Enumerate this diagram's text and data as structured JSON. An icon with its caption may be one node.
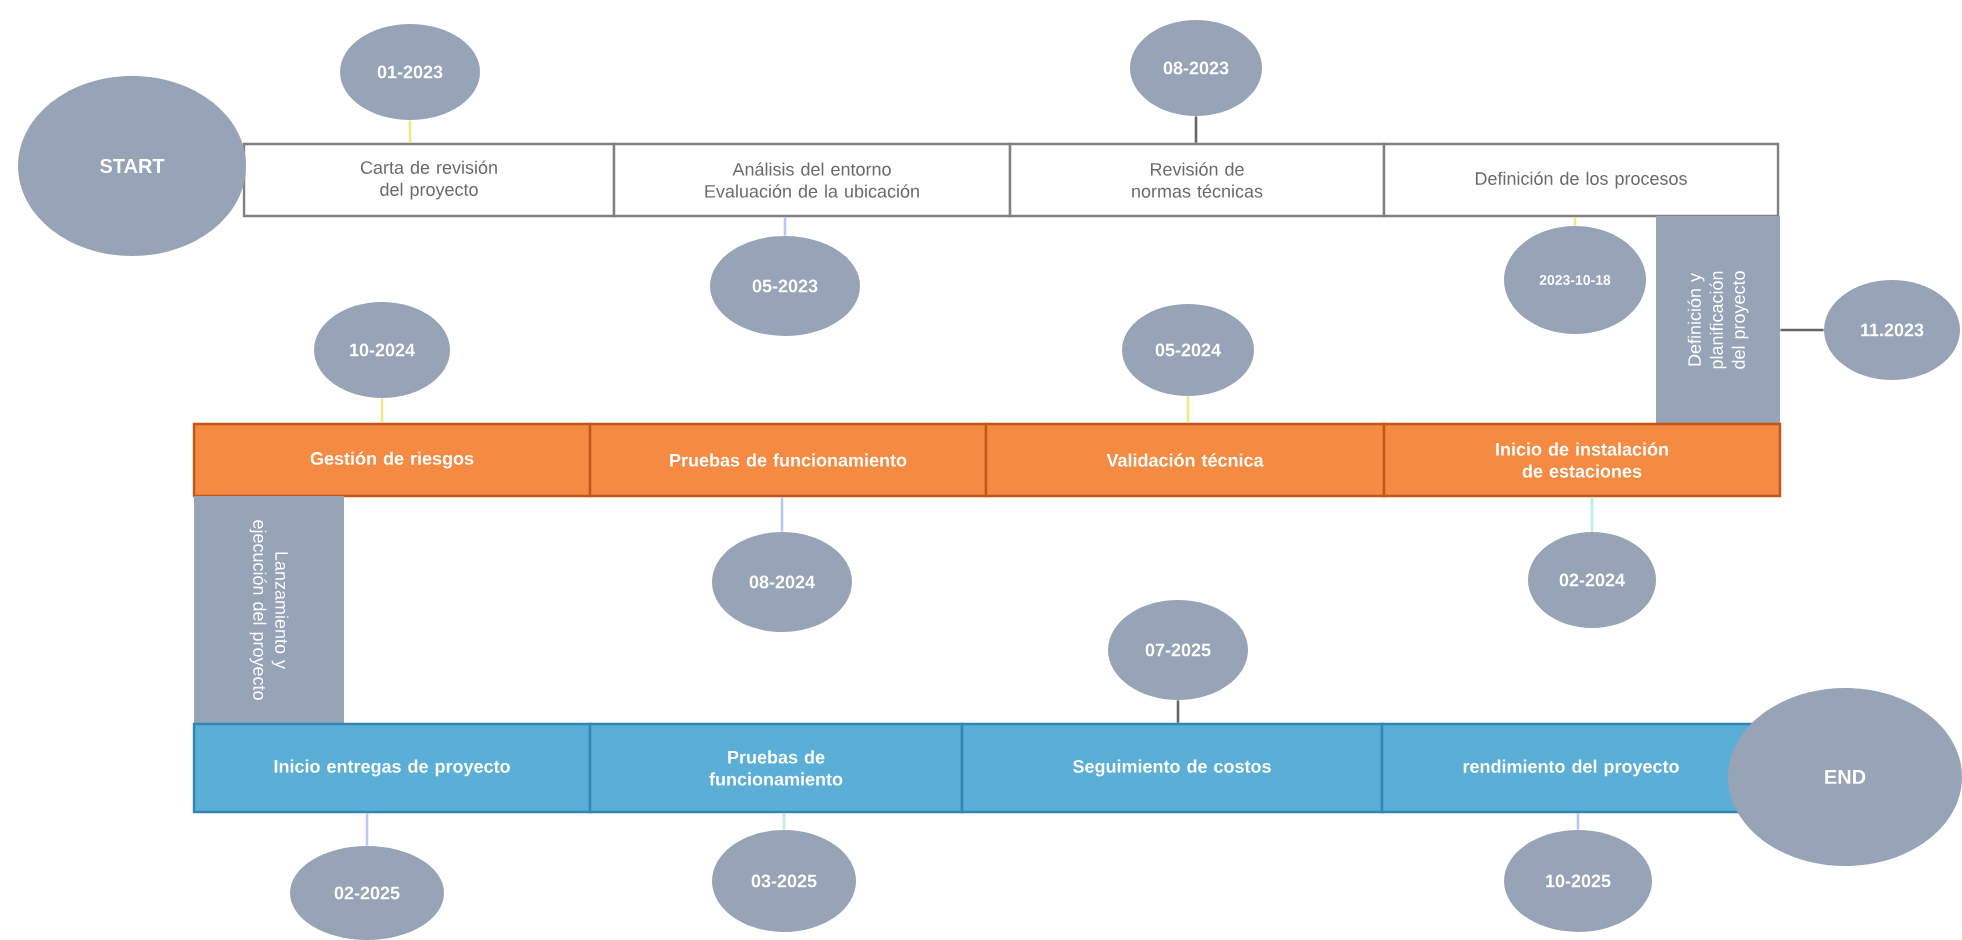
{
  "diagram": {
    "nodes": [
      {
        "text": [
          "START"
        ]
      },
      {
        "text": [
          "01-2023"
        ]
      },
      {
        "text": [
          "Carta de revisión del proyecto"
        ]
      },
      {
        "text": [
          "Análisis del entorno Evaluación de la ubicación"
        ]
      },
      {
        "text": [
          "Revisión de normas técnicas"
        ]
      },
      {
        "text": [
          "Definición de los procesos"
        ]
      },
      {
        "text": [
          "08-2023"
        ]
      },
      {
        "text": [
          "05-2023"
        ]
      },
      {
        "text": [
          "2023-10-18"
        ]
      },
      {
        "text": [
          "Definición y planificación del proyecto"
        ]
      },
      {
        "text": [
          "11.2023"
        ]
      },
      {
        "text": [
          "10-2024"
        ]
      },
      {
        "text": [
          "Gestión de riesgos"
        ]
      },
      {
        "text": [
          "Pruebas de funcionamiento"
        ]
      },
      {
        "text": [
          "Validación técnica"
        ]
      },
      {
        "text": [
          "Inicio de instalación de estaciones"
        ]
      },
      {
        "text": [
          "05-2024"
        ]
      },
      {
        "text": [
          "08-2024"
        ]
      },
      {
        "text": [
          "02-2024"
        ]
      },
      {
        "text": [
          "Lanzamiento y ejecución del proyecto"
        ]
      },
      {
        "text": [
          "07-2025"
        ]
      },
      {
        "text": [
          "Inicio entregas de proyecto"
        ]
      },
      {
        "text": [
          "Pruebas de funcionamiento"
        ]
      },
      {
        "text": [
          "Seguimiento de costos"
        ]
      },
      {
        "text": [
          "rendimiento del proyecto"
        ]
      },
      {
        "text": [
          "END"
        ]
      },
      {
        "text": [
          "02-2025"
        ]
      },
      {
        "text": [
          "03-2025"
        ]
      },
      {
        "text": [
          "10-2025"
        ]
      }
    ],
    "edges": [
      {
        "from": 1,
        "to": 2,
        "arrow": "none",
        "color": "#f0e68c"
      },
      {
        "from": 7,
        "to": 3,
        "arrow": "none",
        "color": "#b8c8f0"
      },
      {
        "from": 6,
        "to": 4,
        "arrow": "none",
        "color": "#666666"
      },
      {
        "from": 8,
        "to": 5,
        "arrow": "none",
        "color": "#f0e68c"
      },
      {
        "from": 10,
        "to": 9,
        "arrow": "none",
        "color": "#666666"
      },
      {
        "from": 11,
        "to": 12,
        "arrow": "none",
        "color": "#f0e68c"
      },
      {
        "from": 17,
        "to": 13,
        "arrow": "none",
        "color": "#b8c8f0"
      },
      {
        "from": 16,
        "to": 14,
        "arrow": "none",
        "color": "#f0e68c"
      },
      {
        "from": 18,
        "to": 15,
        "arrow": "none",
        "color": "#b8f0d8"
      },
      {
        "from": 20,
        "to": 23,
        "arrow": "none",
        "color": "#666666"
      },
      {
        "from": 26,
        "to": 21,
        "arrow": "none",
        "color": "#b8c8f0"
      },
      {
        "from": 27,
        "to": 22,
        "arrow": "none",
        "color": "#b8f0d8"
      },
      {
        "from": 28,
        "to": 24,
        "arrow": "none",
        "color": "#b8c8f0"
      }
    ]
  }
}
